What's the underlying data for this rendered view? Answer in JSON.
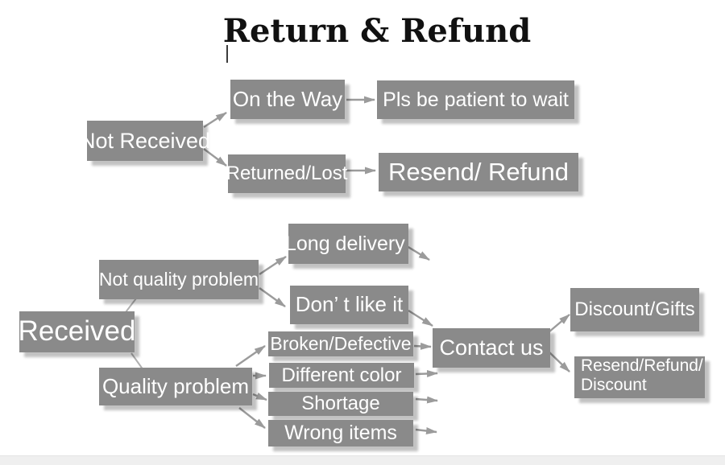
{
  "title": "Return & Refund",
  "colors": {
    "box": "#8a8a8a",
    "box_text": "#ffffff",
    "arrow": "#9b9b9b",
    "connector": "#b0b0b0",
    "title_text": "#111111",
    "shadow": "rgba(0,0,0,0.24)"
  },
  "nodes": {
    "not_received": {
      "label": "Not Received"
    },
    "on_the_way": {
      "label": "On the Way"
    },
    "pls_wait": {
      "label": "Pls be patient to wait"
    },
    "returned_lost": {
      "label": "Returned/Lost"
    },
    "resend_refund": {
      "label": "Resend/ Refund"
    },
    "long_delivery": {
      "label": "Long delivery"
    },
    "not_quality_problem": {
      "label": "Not quality problem"
    },
    "dont_like_it": {
      "label": "Don’ t like it"
    },
    "received": {
      "label": "Received"
    },
    "quality_problem": {
      "label": "Quality problem"
    },
    "broken_defective": {
      "label": "Broken/Defective"
    },
    "different_color": {
      "label": "Different color"
    },
    "shortage": {
      "label": "Shortage"
    },
    "wrong_items": {
      "label": "Wrong items"
    },
    "contact_us": {
      "label": "Contact us"
    },
    "discount_gifts": {
      "label": "Discount/Gifts"
    },
    "resend_refund_discount": {
      "line1": "Resend/Refund/",
      "line2": "Discount"
    }
  },
  "edges": [
    {
      "from": "not_received",
      "to": "on_the_way",
      "style": "arrow"
    },
    {
      "from": "not_received",
      "to": "returned_lost",
      "style": "arrow"
    },
    {
      "from": "on_the_way",
      "to": "pls_wait",
      "style": "arrow"
    },
    {
      "from": "returned_lost",
      "to": "resend_refund",
      "style": "arrow"
    },
    {
      "from": "received",
      "to": "not_quality_problem",
      "style": "line"
    },
    {
      "from": "received",
      "to": "quality_problem",
      "style": "line"
    },
    {
      "from": "not_quality_problem",
      "to": "long_delivery",
      "style": "arrow"
    },
    {
      "from": "not_quality_problem",
      "to": "dont_like_it",
      "style": "arrow"
    },
    {
      "from": "long_delivery",
      "to": "contact_us",
      "style": "arrow"
    },
    {
      "from": "dont_like_it",
      "to": "contact_us",
      "style": "arrow"
    },
    {
      "from": "quality_problem",
      "to": "broken_defective",
      "style": "arrow"
    },
    {
      "from": "quality_problem",
      "to": "different_color",
      "style": "arrow"
    },
    {
      "from": "quality_problem",
      "to": "shortage",
      "style": "arrow"
    },
    {
      "from": "quality_problem",
      "to": "wrong_items",
      "style": "arrow"
    },
    {
      "from": "broken_defective",
      "to": "contact_us",
      "style": "arrow"
    },
    {
      "from": "different_color",
      "to": "contact_us",
      "style": "arrow"
    },
    {
      "from": "shortage",
      "to": "contact_us",
      "style": "arrow"
    },
    {
      "from": "wrong_items",
      "to": "contact_us",
      "style": "arrow"
    },
    {
      "from": "contact_us",
      "to": "discount_gifts",
      "style": "arrow"
    },
    {
      "from": "contact_us",
      "to": "resend_refund_discount",
      "style": "arrow"
    }
  ]
}
